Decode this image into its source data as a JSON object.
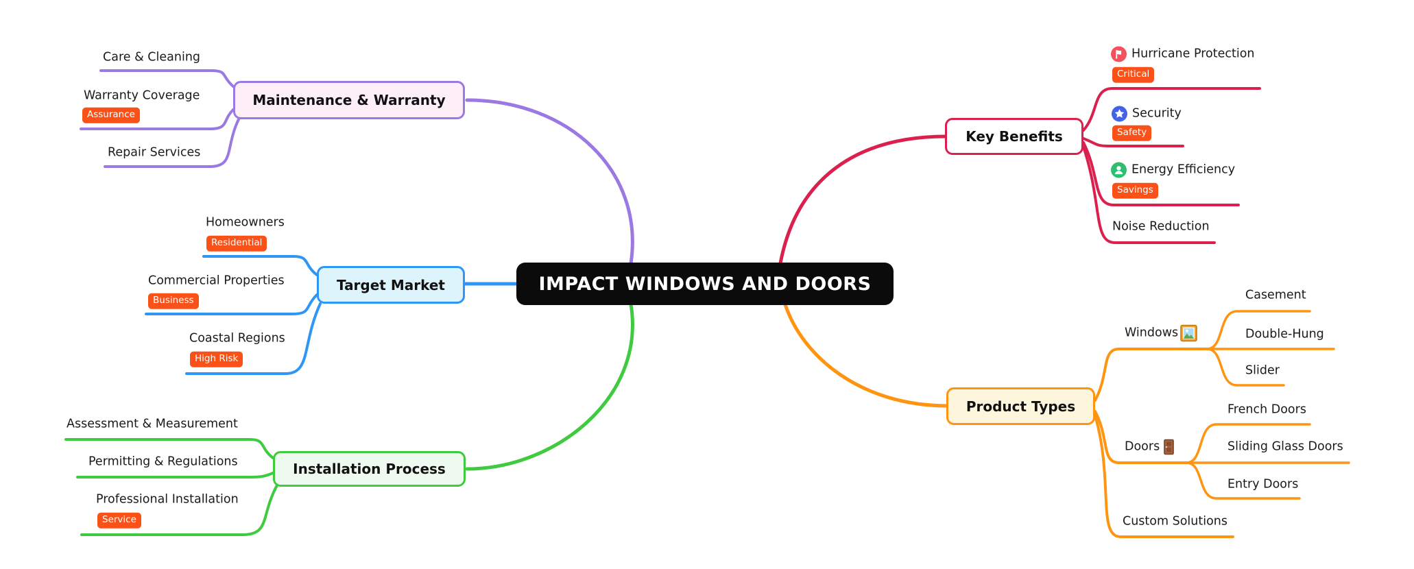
{
  "root": {
    "label": "IMPACT WINDOWS AND DOORS"
  },
  "colors": {
    "purple": "#9b79e2",
    "blue": "#2e96f5",
    "green": "#3fca3f",
    "crimson": "#dc204e",
    "orange": "#ff9411",
    "badge_background": "#f95118",
    "central_background": "#0b0b0b",
    "central_text": "#ffffff",
    "maintenance_fill": "#fdeef7",
    "target_fill": "#def4fd",
    "installation_fill": "#eefaef",
    "key_benefits_fill": "#ffffff",
    "product_types_fill": "#fdf6dc",
    "flag_icon_fill": "#f5505e",
    "star_icon_fill": "#4263e8",
    "person_icon_fill": "#2dbe70"
  },
  "branches": [
    {
      "label": "Maintenance & Warranty",
      "color": "#9b79e2",
      "children": [
        {
          "label": "Care & Cleaning"
        },
        {
          "label": "Warranty Coverage",
          "badge": "Assurance"
        },
        {
          "label": "Repair Services"
        }
      ]
    },
    {
      "label": "Target Market",
      "color": "#2e96f5",
      "children": [
        {
          "label": "Homeowners",
          "badge": "Residential"
        },
        {
          "label": "Commercial Properties",
          "badge": "Business"
        },
        {
          "label": "Coastal Regions",
          "badge": "High Risk"
        }
      ]
    },
    {
      "label": "Installation Process",
      "color": "#3fca3f",
      "children": [
        {
          "label": "Assessment & Measurement"
        },
        {
          "label": "Permitting & Regulations"
        },
        {
          "label": "Professional Installation",
          "badge": "Service"
        }
      ]
    },
    {
      "label": "Key Benefits",
      "color": "#dc204e",
      "children": [
        {
          "label": "Hurricane Protection",
          "icon": "flag-icon",
          "badge": "Critical"
        },
        {
          "label": "Security",
          "icon": "star-icon",
          "badge": "Safety"
        },
        {
          "label": "Energy Efficiency",
          "icon": "person-icon",
          "badge": "Savings"
        },
        {
          "label": "Noise Reduction"
        }
      ]
    },
    {
      "label": "Product Types",
      "color": "#ff9411",
      "children": [
        {
          "label": "Windows",
          "icon": "framed-picture-icon",
          "children": [
            {
              "label": "Casement"
            },
            {
              "label": "Double-Hung"
            },
            {
              "label": "Slider"
            }
          ]
        },
        {
          "label": "Doors",
          "icon": "door-icon",
          "children": [
            {
              "label": "French Doors"
            },
            {
              "label": "Sliding Glass Doors"
            },
            {
              "label": "Entry Doors"
            }
          ]
        },
        {
          "label": "Custom Solutions"
        }
      ]
    }
  ]
}
